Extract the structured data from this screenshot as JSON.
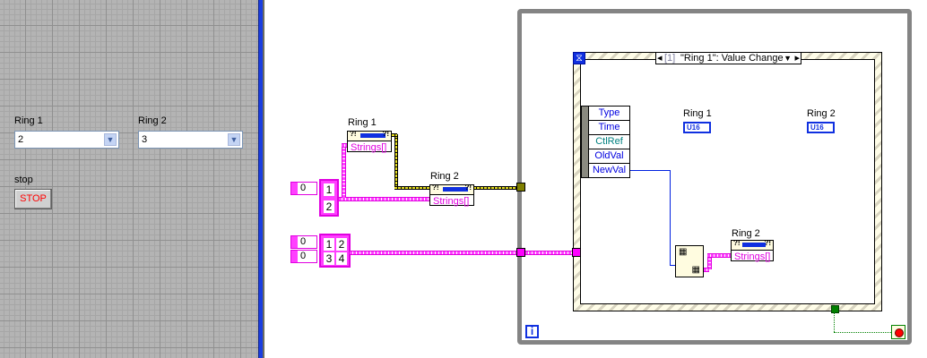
{
  "front_panel": {
    "ring1": {
      "label": "Ring 1",
      "value": "2"
    },
    "ring2": {
      "label": "Ring 2",
      "value": "3"
    },
    "stop": {
      "label": "stop",
      "button_text": "STOP"
    },
    "dropdown_glyph": "⌄"
  },
  "block_diagram": {
    "ring1_node": {
      "label": "Ring 1",
      "property": "Strings[]"
    },
    "ring2_node": {
      "label": "Ring 2",
      "property": "Strings[]"
    },
    "ring2_node_inner": {
      "label": "Ring 2",
      "property": "Strings[]"
    },
    "array1": {
      "index": "0",
      "cells": [
        "1",
        "2"
      ]
    },
    "array2": {
      "index_row": "0",
      "index_col": "0",
      "cells": [
        "1",
        "2",
        "3",
        "4"
      ]
    },
    "event_structure": {
      "case_index": "[1]",
      "case_label": "\"Ring 1\": Value Change",
      "event_data": [
        "Type",
        "Time",
        "CtlRef",
        "OldVal",
        "NewVal"
      ]
    },
    "indicators": [
      {
        "label": "Ring 1",
        "type": "U16"
      },
      {
        "label": "Ring 2",
        "type": "U16"
      }
    ],
    "iteration_terminal": "i",
    "colors": {
      "string_array_wire": "#ff40ff",
      "refnum_wire": "#808000",
      "numeric_wire": "#0020e0",
      "boolean_wire": "#008000",
      "stop_terminal": "#ff0000"
    }
  }
}
